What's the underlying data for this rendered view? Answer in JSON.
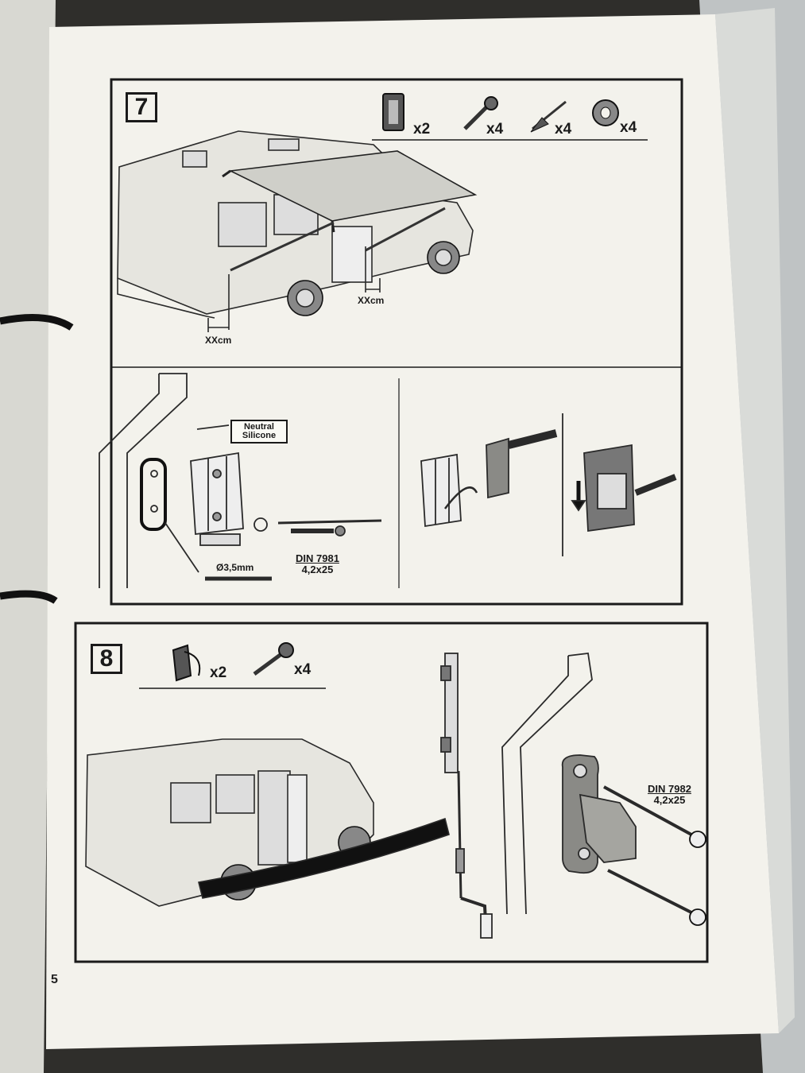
{
  "step7": {
    "number": "7",
    "parts": [
      "x2",
      "x4",
      "x4",
      "x4"
    ],
    "distance_left": "XXcm",
    "distance_right": "XXcm",
    "sealant_label": "Neutral Silicone",
    "drill_label": "Ø3,5mm",
    "screw_spec": "DIN 7981",
    "screw_size": "4,2x25"
  },
  "step8": {
    "number": "8",
    "parts": [
      "x2",
      "x4"
    ],
    "screw_spec": "DIN 7982",
    "screw_size": "4,2x25"
  },
  "page_number": "5"
}
